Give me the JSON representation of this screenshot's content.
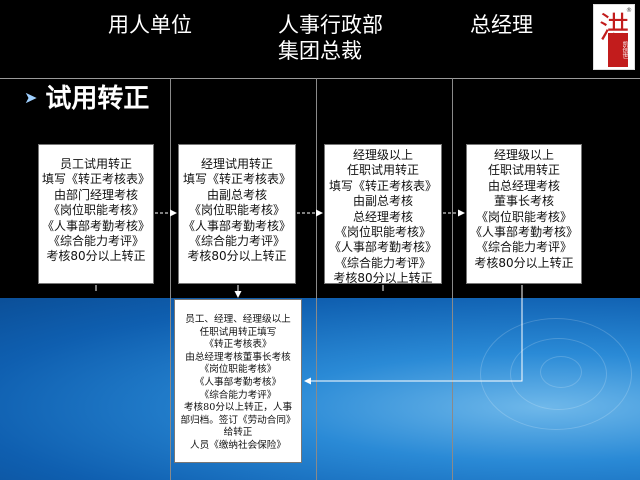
{
  "headers": {
    "col1": "用人单位",
    "col2_line1": "人事行政部",
    "col2_line2": "集团总裁",
    "col3": "总经理"
  },
  "section": {
    "title": "试用转正",
    "bullet_icon": "arrow-bullet-icon"
  },
  "logo": {
    "mark": "洪",
    "sub": "凯创世",
    "reg": "®"
  },
  "boxes": [
    {
      "lines": [
        "员工试用转正",
        "填写《转正考核表》",
        "由部门经理考核",
        "《岗位职能考核》",
        "《人事部考勤考核》",
        "《综合能力考评》",
        "考核80分以上转正"
      ]
    },
    {
      "lines": [
        "经理试用转正",
        "填写《转正考核表》",
        "由副总考核",
        "《岗位职能考核》",
        "《人事部考勤考核》",
        "《综合能力考评》",
        "考核80分以上转正"
      ]
    },
    {
      "lines": [
        "经理级以上",
        "任职试用转正",
        "填写《转正考核表》",
        "由副总考核",
        "总经理考核",
        "《岗位职能考核》",
        "《人事部考勤考核》",
        "《综合能力考评》",
        "考核80分以上转正"
      ]
    },
    {
      "lines": [
        "经理级以上",
        "任职试用转正",
        "由总经理考核",
        "董事长考核",
        "《岗位职能考核》",
        "《人事部考勤考核》",
        "《综合能力考评》",
        "考核80分以上转正"
      ]
    }
  ],
  "summary_box": {
    "lines": [
      "员工、经理、经理级以上",
      "任职试用转正填写",
      "《转正考核表》",
      "由总经理考核董事长考核",
      "《岗位职能考核》",
      "《人事部考勤考核》",
      "《综合能力考评》",
      "考核80分以上转正，人事",
      "部归档。签订《劳动合同》",
      "给转正",
      "人员《缴纳社会保险》"
    ]
  }
}
